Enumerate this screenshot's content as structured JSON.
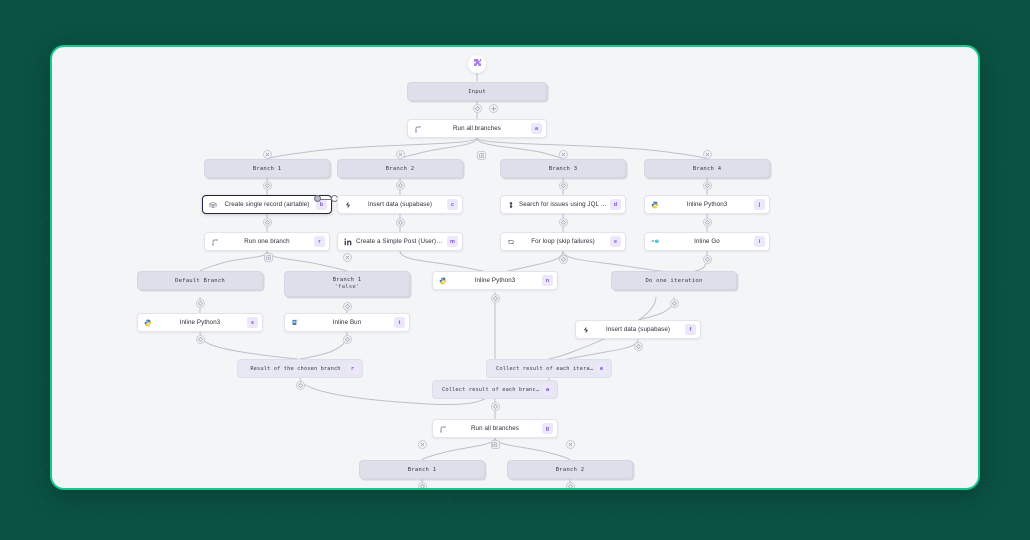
{
  "theme": {
    "backdrop_color": "#0a5243",
    "frame_border_color": "#14c98c",
    "canvas_color": "#f4f5f7",
    "accent_color": "#7b4ddb",
    "badge_bg_color": "#ece7fb",
    "slab_color": "#dde0ea",
    "result_color": "#e6e7f2",
    "edge_color": "#b9bcc6",
    "selected_outline_color": "#23233b"
  },
  "app_badge": {
    "icon": "puzzle-piece-icon"
  },
  "graph": {
    "title": "workflow-flowchart",
    "nodes": [
      {
        "id": "input",
        "kind": "slab",
        "label": "Input"
      },
      {
        "id": "run_all_1",
        "kind": "module",
        "label": "Run all branches",
        "badge": "a",
        "icon": "branch-all-icon"
      },
      {
        "id": "branch_1",
        "kind": "slab",
        "label": "Branch 1"
      },
      {
        "id": "branch_2",
        "kind": "slab",
        "label": "Branch 2"
      },
      {
        "id": "branch_3",
        "kind": "slab",
        "label": "Branch 3"
      },
      {
        "id": "branch_4",
        "kind": "slab",
        "label": "Branch 4"
      },
      {
        "id": "airtable",
        "kind": "module",
        "label": "Create single record (airtable)",
        "badge": "b",
        "icon": "airtable-icon",
        "selected": true
      },
      {
        "id": "supabase_1",
        "kind": "module",
        "label": "Insert data (supabase)",
        "badge": "c",
        "icon": "supabase-icon"
      },
      {
        "id": "jira",
        "kind": "module",
        "label": "Search for issues using JQL (...",
        "badge": "d",
        "icon": "jira-icon"
      },
      {
        "id": "python_4",
        "kind": "module",
        "label": "Inline Python3",
        "badge": "j",
        "icon": "python-icon"
      },
      {
        "id": "run_one",
        "kind": "module",
        "label": "Run one branch",
        "badge": "r",
        "icon": "branch-one-icon"
      },
      {
        "id": "linkedin",
        "kind": "module",
        "label": "Create a Simple Post (User) (...",
        "badge": "m",
        "icon": "linkedin-icon"
      },
      {
        "id": "forloop",
        "kind": "module",
        "label": "For loop (skip failures)",
        "badge": "e",
        "icon": "loop-icon"
      },
      {
        "id": "inline_go",
        "kind": "module",
        "label": "Inline Go",
        "badge": "i",
        "icon": "go-icon"
      },
      {
        "id": "default_branch",
        "kind": "slab",
        "label": "Default Branch"
      },
      {
        "id": "branch_false",
        "kind": "slab",
        "label": "Branch 1",
        "sub": "'false'"
      },
      {
        "id": "python_mid",
        "kind": "module",
        "label": "Inline Python3",
        "badge": "n",
        "icon": "python-icon"
      },
      {
        "id": "do_one_iteration",
        "kind": "slab",
        "label": "Do one iteration"
      },
      {
        "id": "python_left",
        "kind": "module",
        "label": "Inline Python3",
        "badge": "s",
        "icon": "python-icon"
      },
      {
        "id": "inline_bun",
        "kind": "module",
        "label": "Inline Bun",
        "badge": "t",
        "icon": "bun-icon"
      },
      {
        "id": "supabase_2",
        "kind": "module",
        "label": "Insert data (supabase)",
        "badge": "f",
        "icon": "supabase-icon"
      },
      {
        "id": "result_chosen",
        "kind": "result",
        "label": "Result of the chosen branch",
        "badge": "r"
      },
      {
        "id": "collect_iter",
        "kind": "result",
        "label": "Collect result of each iterat",
        "badge": "e"
      },
      {
        "id": "collect_branch",
        "kind": "result",
        "label": "Collect result of each branch",
        "badge": "a"
      },
      {
        "id": "run_all_2",
        "kind": "module",
        "label": "Run all branches",
        "badge": "g",
        "icon": "branch-all-icon"
      },
      {
        "id": "branch_b1",
        "kind": "slab",
        "label": "Branch 1"
      },
      {
        "id": "branch_b2",
        "kind": "slab",
        "label": "Branch 2"
      }
    ],
    "controls": [
      {
        "id": "c-input-branch",
        "glyph": "branch",
        "shape": "circle"
      },
      {
        "id": "c-input-plus",
        "glyph": "plus",
        "shape": "circle"
      },
      {
        "id": "c-b1-x",
        "glyph": "x",
        "shape": "circle"
      },
      {
        "id": "c-b2-x",
        "glyph": "x",
        "shape": "circle"
      },
      {
        "id": "c-b3-x",
        "glyph": "x",
        "shape": "circle"
      },
      {
        "id": "c-b4-x",
        "glyph": "x",
        "shape": "circle"
      },
      {
        "id": "c-runall-add",
        "glyph": "add-branch",
        "shape": "square"
      },
      {
        "id": "c-b1-diamond",
        "glyph": "branch",
        "shape": "circle"
      },
      {
        "id": "c-b2-diamond",
        "glyph": "branch",
        "shape": "circle"
      },
      {
        "id": "c-b3-diamond",
        "glyph": "branch",
        "shape": "circle"
      },
      {
        "id": "c-b4-diamond",
        "glyph": "branch",
        "shape": "circle"
      },
      {
        "id": "c-air-diamond",
        "glyph": "branch",
        "shape": "circle"
      },
      {
        "id": "c-sup-diamond",
        "glyph": "branch",
        "shape": "circle"
      },
      {
        "id": "c-jira-diamond",
        "glyph": "branch",
        "shape": "circle"
      },
      {
        "id": "c-py4-diamond",
        "glyph": "branch",
        "shape": "circle"
      },
      {
        "id": "c-runone-add",
        "glyph": "add-branch",
        "shape": "square"
      },
      {
        "id": "c-runone-x",
        "glyph": "x",
        "shape": "circle"
      },
      {
        "id": "c-loop-diamond",
        "glyph": "branch",
        "shape": "circle"
      },
      {
        "id": "c-go-diamond",
        "glyph": "branch",
        "shape": "circle"
      },
      {
        "id": "c-def-diamond",
        "glyph": "branch",
        "shape": "circle"
      },
      {
        "id": "c-false-diamond",
        "glyph": "branch",
        "shape": "circle"
      },
      {
        "id": "c-pymid-diamond",
        "glyph": "branch",
        "shape": "circle"
      },
      {
        "id": "c-doiter-diamond",
        "glyph": "branch",
        "shape": "circle"
      },
      {
        "id": "c-pyleft-diamond",
        "glyph": "branch",
        "shape": "circle"
      },
      {
        "id": "c-bun-diamond",
        "glyph": "branch",
        "shape": "circle"
      },
      {
        "id": "c-sup2-diamond",
        "glyph": "branch",
        "shape": "circle"
      },
      {
        "id": "c-reschosen-d",
        "glyph": "branch",
        "shape": "circle"
      },
      {
        "id": "c-colliter-d",
        "glyph": "branch",
        "shape": "circle"
      },
      {
        "id": "c-collbranch-d",
        "glyph": "branch",
        "shape": "circle"
      },
      {
        "id": "c-runall2-add",
        "glyph": "add-branch",
        "shape": "square"
      },
      {
        "id": "c-bb1-x",
        "glyph": "x",
        "shape": "circle"
      },
      {
        "id": "c-bb2-x",
        "glyph": "x",
        "shape": "circle"
      },
      {
        "id": "c-bb1-diamond",
        "glyph": "branch",
        "shape": "circle"
      },
      {
        "id": "c-bb2-diamond",
        "glyph": "branch",
        "shape": "circle"
      }
    ]
  }
}
